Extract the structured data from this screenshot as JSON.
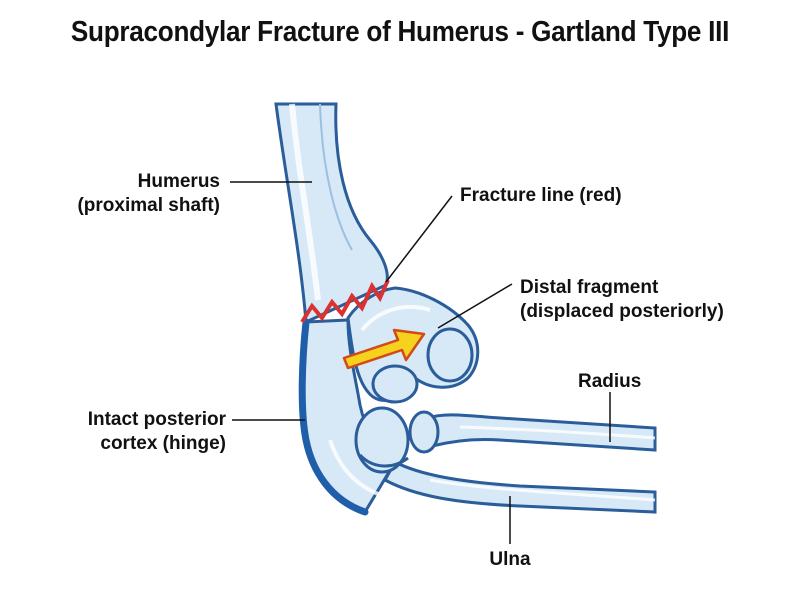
{
  "title": "Supracondylar Fracture of Humerus - Gartland Type III",
  "labels": {
    "humerus": {
      "line1": "Humerus",
      "line2": "(proximal shaft)"
    },
    "fracture_line": {
      "line1": "Fracture line (red)"
    },
    "distal_fragment": {
      "line1": "Distal fragment",
      "line2": "(displaced posteriorly)"
    },
    "radius": {
      "line1": "Radius"
    },
    "intact_cortex": {
      "line1": "Intact posterior",
      "line2": "cortex (hinge)"
    },
    "ulna": {
      "line1": "Ulna"
    }
  },
  "colors": {
    "bone_fill": "#d7e8f6",
    "bone_outline": "#2a5d9a",
    "cortex_dark": "#1f5faa",
    "fracture": "#d93232",
    "arrow_fill": "#f6d21e",
    "arrow_outline": "#d14a1a"
  }
}
